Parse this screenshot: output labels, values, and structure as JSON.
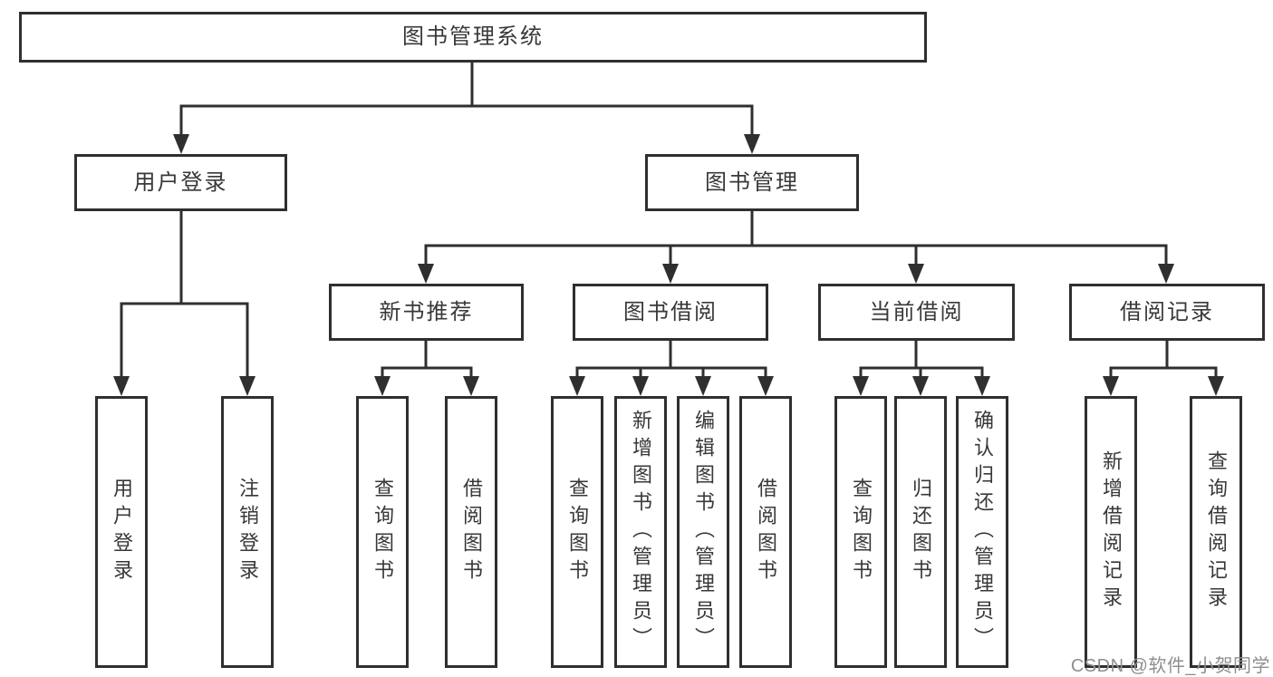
{
  "chart": {
    "root": {
      "label": "图书管理系统"
    },
    "branches": [
      {
        "label": "用户登录",
        "children": [
          {
            "label": "用户登录"
          },
          {
            "label": "注销登录"
          }
        ]
      },
      {
        "label": "图书管理",
        "children": [
          {
            "label": "新书推荐",
            "children": [
              {
                "label": "查询图书"
              },
              {
                "label": "借阅图书"
              }
            ]
          },
          {
            "label": "图书借阅",
            "children": [
              {
                "label": "查询图书"
              },
              {
                "label": "新增图书（管理员）"
              },
              {
                "label": "编辑图书（管理员）"
              },
              {
                "label": "借阅图书"
              }
            ]
          },
          {
            "label": "当前借阅",
            "children": [
              {
                "label": "查询图书"
              },
              {
                "label": "归还图书"
              },
              {
                "label": "确认归还（管理员）"
              }
            ]
          },
          {
            "label": "借阅记录",
            "children": [
              {
                "label": "新增借阅记录"
              },
              {
                "label": "查询借阅记录"
              }
            ]
          }
        ]
      }
    ]
  },
  "watermark": {
    "text": "CSDN @软件_小贺同学"
  },
  "colors": {
    "line": "#2f2f2f",
    "text": "#383838",
    "watermark": "#8f8f8f",
    "background": "#ffffff"
  }
}
